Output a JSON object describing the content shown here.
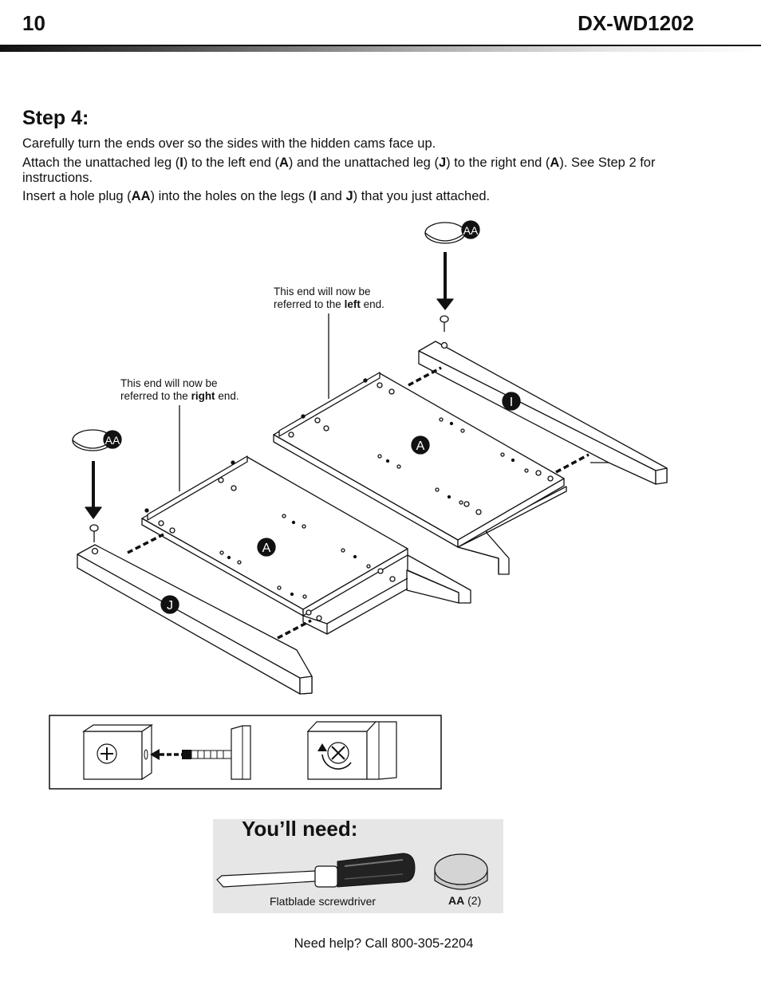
{
  "header": {
    "page_number": "10",
    "model": "DX-WD1202"
  },
  "step": {
    "title": "Step 4:",
    "p1": "Carefully turn the ends over so the sides with the hidden cams face up.",
    "p2": {
      "t1": "Attach the unattached leg (",
      "b1": "I",
      "t2": ") to the left end (",
      "b2": "A",
      "t3": ") and the unattached leg (",
      "b3": "J",
      "t4": ") to the right end (",
      "b4": "A",
      "t5": "). See Step 2 for instructions."
    },
    "p3": {
      "t1": "Insert a hole plug (",
      "b1": "AA",
      "t2": ") into the holes on the legs (",
      "b2": "I",
      "t3": " and ",
      "b3": "J",
      "t4": ") that you just attached."
    }
  },
  "callouts": {
    "left_end": {
      "line1": "This end will now be",
      "line2a": "referred to the ",
      "bold": "left",
      "line2b": " end."
    },
    "right_end": {
      "line1": "This end will now be",
      "line2a": "referred to the ",
      "bold": "right",
      "line2b": " end."
    }
  },
  "part_labels": {
    "plug": "AA",
    "end": "A",
    "leg_left": "I",
    "leg_right": "J"
  },
  "you_need": {
    "title": "You’ll need:",
    "tool": "Flatblade screwdriver",
    "part_code": "AA",
    "part_qty": " (2)"
  },
  "footer": "Need help? Call 800-305-2204",
  "colors": {
    "plug_fill": "#d4d4d4",
    "tool_handle": "#222222",
    "need_bg": "#e6e6e6"
  }
}
